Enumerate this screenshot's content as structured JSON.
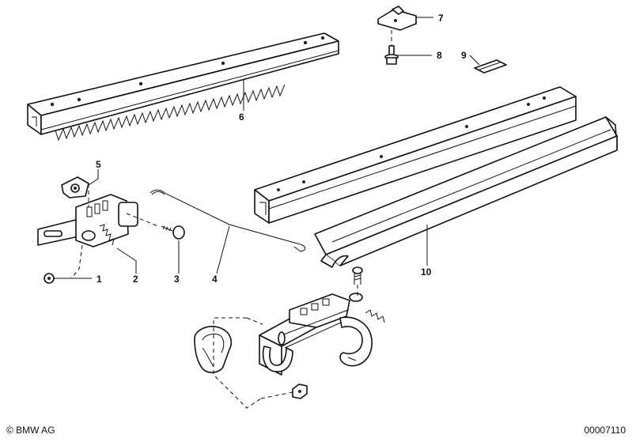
{
  "diagram": {
    "callouts": [
      "1",
      "2",
      "3",
      "4",
      "5",
      "6",
      "7",
      "8",
      "9",
      "10"
    ]
  },
  "footer": {
    "copyright": "© BMW AG",
    "diagram_id": "00007110"
  }
}
